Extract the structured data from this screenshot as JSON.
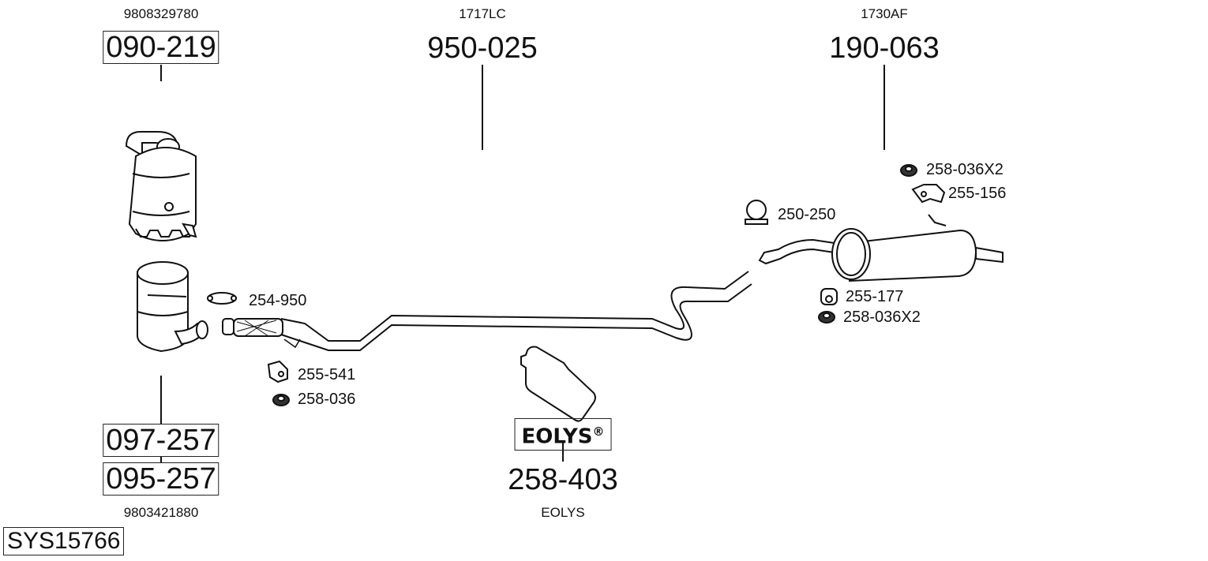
{
  "system_id": "SYS15766",
  "parts": {
    "dpf_top": {
      "oe": "9808329780",
      "number": "090-219"
    },
    "front_pipe": {
      "oe": "1717LC",
      "number": "950-025"
    },
    "rear_silencer": {
      "oe": "1730AF",
      "number": "190-063"
    },
    "dpf_bottom": {
      "number_1": "097-257",
      "number_2": "095-257",
      "oe": "9803421880"
    },
    "additive": {
      "badge": "EOLYS",
      "badge_mark": "®",
      "number": "258-403",
      "caption": "EOLYS"
    }
  },
  "accessories": [
    {
      "id": "254-950",
      "icon": "clamp-icon"
    },
    {
      "id": "255-541",
      "icon": "mounting-bracket-icon"
    },
    {
      "id": "258-036",
      "icon": "nut-icon"
    },
    {
      "id": "250-250",
      "icon": "u-clamp-icon"
    },
    {
      "id": "258-036X2",
      "icon": "nut-icon"
    },
    {
      "id": "255-156",
      "icon": "hanger-bracket-icon"
    },
    {
      "id": "255-177",
      "icon": "rubber-mount-icon"
    },
    {
      "id": "258-036X2",
      "icon": "nut-icon"
    }
  ]
}
